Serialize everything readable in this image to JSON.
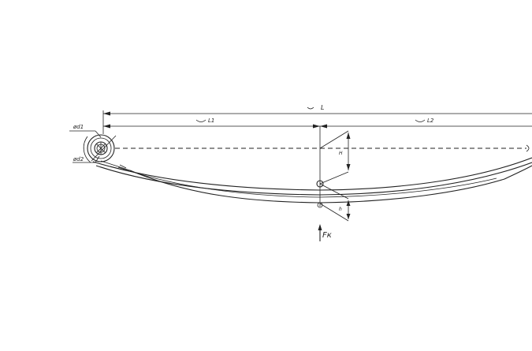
{
  "drawing": {
    "labels": {
      "total_length": "L",
      "left_length": "L1",
      "right_length": "L2",
      "eye_dia_outer": "ød1",
      "eye_dia_inner": "ød2",
      "camber_upper": "H",
      "camber_lower": "h",
      "load": "Fк"
    }
  }
}
